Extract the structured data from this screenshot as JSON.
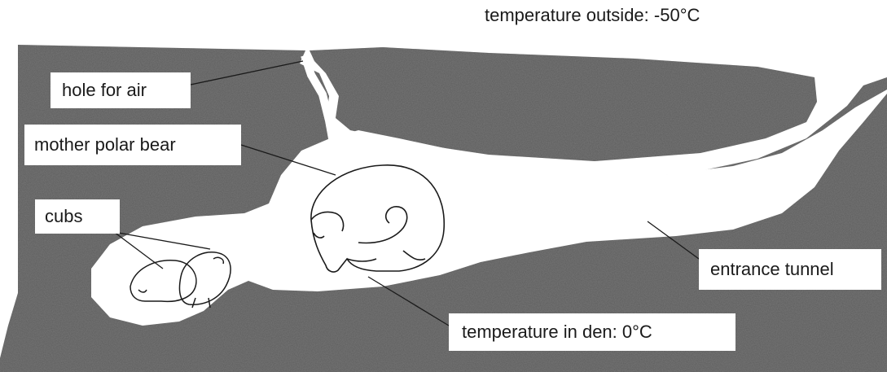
{
  "labels": {
    "temperature_outside": "temperature outside: -50°C",
    "hole_for_air": "hole for air",
    "mother_polar_bear": "mother polar bear",
    "cubs": "cubs",
    "entrance_tunnel": "entrance tunnel",
    "temperature_in_den": "temperature in den: 0°C"
  },
  "colors": {
    "snow": "#5c5c5c",
    "den_interior": "#ffffff",
    "outline": "#1a1a1a"
  }
}
